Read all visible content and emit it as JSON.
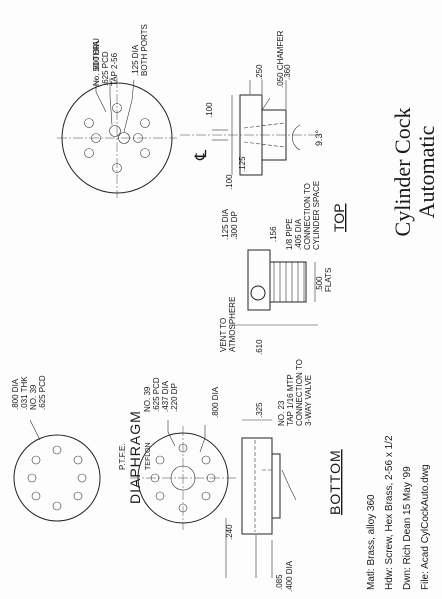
{
  "title": {
    "line1": "Cylinder Cock",
    "line2": "Automatic"
  },
  "views": {
    "top": "TOP",
    "bottom": "BOTTOM",
    "diaphragm": "DIAPHRAGM",
    "diaphragm_material": "TEFLON",
    "diaphragm_prefix": "P.T.F.E."
  },
  "notes": {
    "mat": "Matl: Brass, alloy 360",
    "hdw": "Hdw: Screw, Hex Brass, 2-56 x 1/2",
    "dwn": "Dwn: Rich Dean 15 May '99",
    "file": "File:  Acad CylCockAuto.dwg"
  },
  "callouts": {
    "top_holes": [
      ".800 DIA",
      "No. 50 THRU",
      ".625 PCD",
      "TAP 2-56"
    ],
    "top_ports": [
      ".125 DIA",
      "BOTH PORTS"
    ],
    "chamfer": ".050 CHAMFER",
    "dim_250": ".250",
    "dim_360": ".360",
    "dim_100a": ".100",
    "dim_100b": ".100",
    "dim_125": ".125",
    "angle": "9.3°",
    "centerline": "℄",
    "vent_dia": [
      ".125 DIA",
      ".300 DP"
    ],
    "vent": [
      "VENT TO",
      "ATMOSPHERE"
    ],
    "dim_156": ".156",
    "pipe": [
      "1/8 PIPE",
      ".405 DIA",
      "CONNECTION TO",
      "CYLINDER SPACE"
    ],
    "flats": [
      ".500",
      "FLATS"
    ],
    "dim_610": ".610",
    "diaphragm_spec": [
      ".800 DIA",
      ".031 THK",
      "NO. 39",
      ".625 PCD"
    ],
    "bottom_holes": [
      "NO. 39",
      ".625 PCD",
      ".437 DIA",
      ".220 DP"
    ],
    "bottom_dia": ".800 DIA",
    "dim_325": ".325",
    "tap": [
      "NO. 23",
      "TAP 1/16 MTP",
      "CONNECTION TO",
      "3-WAY VALVE"
    ],
    "dim_240": ".240",
    "dim_085": ".085",
    "dim_400": ".400 DIA"
  }
}
